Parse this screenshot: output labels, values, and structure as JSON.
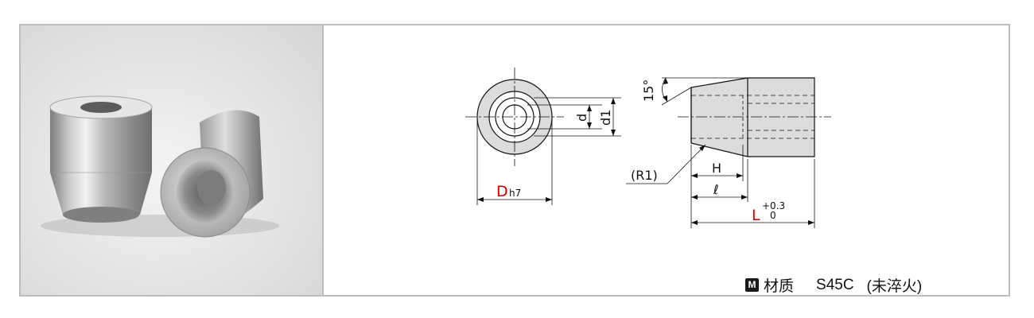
{
  "photo": {
    "alt": "Two metal stopper bushings"
  },
  "dimensions": {
    "angle": "15°",
    "d": "d",
    "d1": "d1",
    "D_letter": "D",
    "D_tol": "h7",
    "radius": "(R1)",
    "H": "H",
    "l": "ℓ",
    "L_letter": "L",
    "L_tol_upper": "+0.3",
    "L_tol_lower": "0"
  },
  "material": {
    "badge": "M",
    "label": "材质",
    "grade": "S45C",
    "treatment": "(未淬火)"
  },
  "colors": {
    "accent_red": "#d40000",
    "border": "#bdbdbd"
  }
}
